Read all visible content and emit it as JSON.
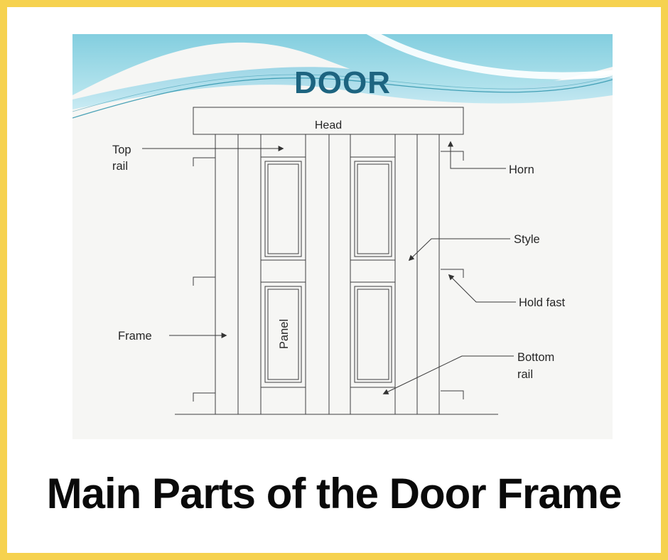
{
  "page": {
    "border_color": "#f6d24f",
    "background_color": "#ffffff"
  },
  "caption": {
    "text": "Main Parts of the Door Frame",
    "color": "#0a0a0a"
  },
  "slide": {
    "background_color": "#f6f6f4",
    "title": {
      "text": "DOOR",
      "color": "#1d6480"
    },
    "wave_colors": {
      "blue_top": "#83cedf",
      "blue_bottom": "#b7e5ee",
      "stroke_teal": "#2e94ab"
    },
    "diagram": {
      "line_color": "#3f3f3f",
      "labels": {
        "head": "Head",
        "panel": "Panel",
        "frame": "Frame",
        "horn": "Horn",
        "style": "Style",
        "hold_fast": "Hold fast",
        "top_rail": {
          "line1": "Top",
          "line2": "rail"
        },
        "bottom_rail": {
          "line1": "Bottom",
          "line2": "rail"
        }
      }
    }
  }
}
